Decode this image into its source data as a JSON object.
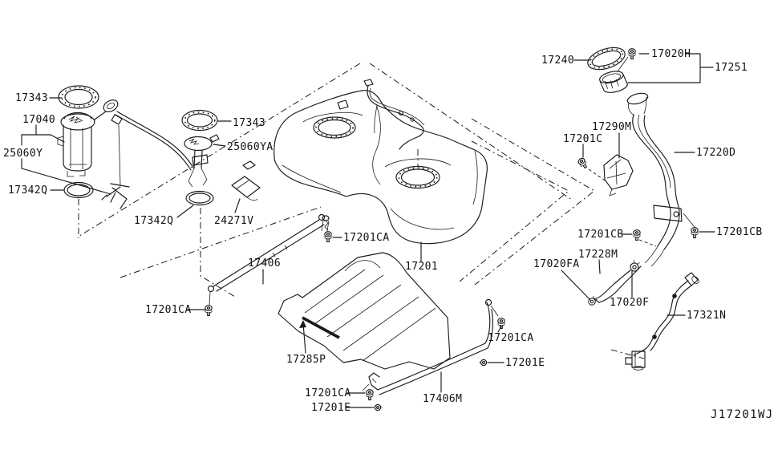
{
  "diagram": {
    "title": "Fuel tank exploded parts diagram",
    "code": "J17201WJ",
    "line_color": "#1a1a1a",
    "background": "#ffffff",
    "labels": {
      "lock_ring_left": "17343",
      "pump_assy": "17040",
      "sender_left": "25060Y",
      "seal_left": "17342Q",
      "lock_ring_right": "17343",
      "sender_right": "25060YA",
      "seal_right": "17342Q",
      "pad": "24271V",
      "band_front": "17406",
      "bolt_ca_top": "17201CA",
      "tank": "17201",
      "bolt_ca_left": "17201CA",
      "protector": "17285P",
      "band_rear": "17406M",
      "bolt_ca_right": "17201CA",
      "clip_e_right": "17201E",
      "bolt_ca_bottom": "17201CA",
      "clip_e_bottom": "17201E",
      "cap_seal": "17240",
      "cap_tether": "17020H",
      "cap_assy": "17251",
      "tube_protector": "17290M",
      "bolt_c": "17201C",
      "filler_tube": "17220D",
      "bolt_cb_left": "17201CB",
      "bolt_cb_right": "17201CB",
      "filler_hose": "17228M",
      "clamp_fa": "17020FA",
      "clamp_f": "17020F",
      "vent_tube": "17321N"
    }
  }
}
